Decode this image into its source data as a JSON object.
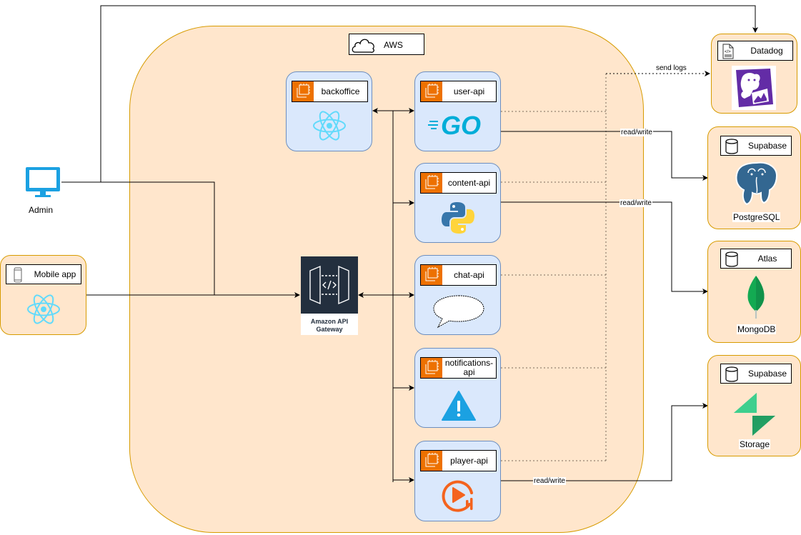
{
  "diagram": {
    "region": {
      "label": "AWS",
      "icon": "cloud-icon"
    },
    "clients": {
      "admin": {
        "label": "Admin",
        "icon": "monitor-icon",
        "color": "#1ba1e2"
      },
      "mobile": {
        "label": "Mobile app",
        "icon": "phone-icon",
        "logo": "react-logo"
      }
    },
    "gateway": {
      "label_line1": "Amazon API",
      "label_line2": "Gateway",
      "icon": "api-gateway-icon"
    },
    "services": [
      {
        "id": "backoffice",
        "label": "backoffice",
        "logo": "react-logo"
      },
      {
        "id": "user-api",
        "label": "user-api",
        "logo": "go-logo"
      },
      {
        "id": "content-api",
        "label": "content-api",
        "logo": "python-logo"
      },
      {
        "id": "chat-api",
        "label": "chat-api",
        "logo": "speech-bubble"
      },
      {
        "id": "notifications-api",
        "label": "notifications-api",
        "logo": "warning-triangle"
      },
      {
        "id": "player-api",
        "label": "player-api",
        "logo": "player-logo"
      }
    ],
    "externals": [
      {
        "id": "datadog",
        "title": "Datadog",
        "icon": "code-file-icon",
        "logo": "datadog-logo",
        "caption": ""
      },
      {
        "id": "supabase-db",
        "title": "Supabase",
        "icon": "database-icon",
        "logo": "postgresql-logo",
        "caption": "PostgreSQL"
      },
      {
        "id": "atlas",
        "title": "Atlas",
        "icon": "database-icon",
        "logo": "mongodb-logo",
        "caption": "MongoDB"
      },
      {
        "id": "supabase-storage",
        "title": "Supabase",
        "icon": "database-icon",
        "logo": "supabase-logo",
        "caption": "Storage"
      }
    ],
    "edges": [
      {
        "from": "admin",
        "to": "datadog",
        "label": ""
      },
      {
        "from": "admin",
        "to": "gateway",
        "label": ""
      },
      {
        "from": "mobile",
        "to": "gateway",
        "label": ""
      },
      {
        "from": "gateway",
        "to": "services",
        "label": "",
        "bidirectional": true
      },
      {
        "from": "services",
        "to": "datadog",
        "label": "send logs",
        "style": "dotted"
      },
      {
        "from": "user-api",
        "to": "supabase-db",
        "label": "read/write"
      },
      {
        "from": "content-api",
        "to": "atlas",
        "label": "read/write"
      },
      {
        "from": "player-api",
        "to": "supabase-storage",
        "label": "read/write"
      }
    ],
    "colors": {
      "region_fill": "#ffe6cc",
      "region_stroke": "#d79b00",
      "service_fill": "#dae8fc",
      "service_stroke": "#6c8ebf",
      "ec2_orange": "#ed7100",
      "gateway_dark": "#232f3e"
    }
  }
}
